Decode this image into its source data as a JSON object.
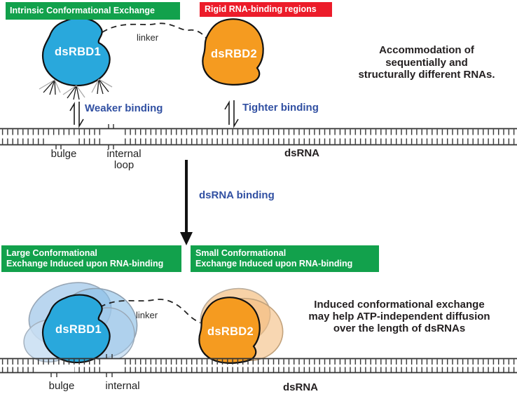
{
  "colors": {
    "green": "#12A14C",
    "red": "#EC1C2A",
    "blue_blob": "#29A8DC",
    "orange_blob": "#F59B20",
    "blue_text": "#3150A2",
    "ink": "#231f20"
  },
  "top": {
    "banner_left": "Intrinsic Conformational Exchange",
    "banner_right": "Rigid RNA-binding regions",
    "dsrbd1": "dsRBD1",
    "dsrbd2": "dsRBD2",
    "linker": "linker",
    "note_lines": [
      "Accommodation of",
      "sequentially and",
      "structurally different RNAs."
    ],
    "weaker": "Weaker binding",
    "tighter": "Tighter binding",
    "bulge": "bulge",
    "internal_loop_line1": "internal",
    "internal_loop_line2": "loop",
    "dsrna": "dsRNA"
  },
  "middle": {
    "arrow_label": "dsRNA binding"
  },
  "bottom": {
    "banner_left_line1": "Large Conformational",
    "banner_left_line2": "Exchange Induced upon RNA-binding",
    "banner_right_line1": "Small Conformational",
    "banner_right_line2": "Exchange Induced upon RNA-binding",
    "dsrbd1": "dsRBD1",
    "dsrbd2": "dsRBD2",
    "linker": "linker",
    "note_lines": [
      "Induced conformational exchange",
      "may help ATP-independent diffusion",
      "over the length of dsRNAs"
    ],
    "bulge": "bulge",
    "internal": "internal",
    "dsrna": "dsRNA"
  }
}
